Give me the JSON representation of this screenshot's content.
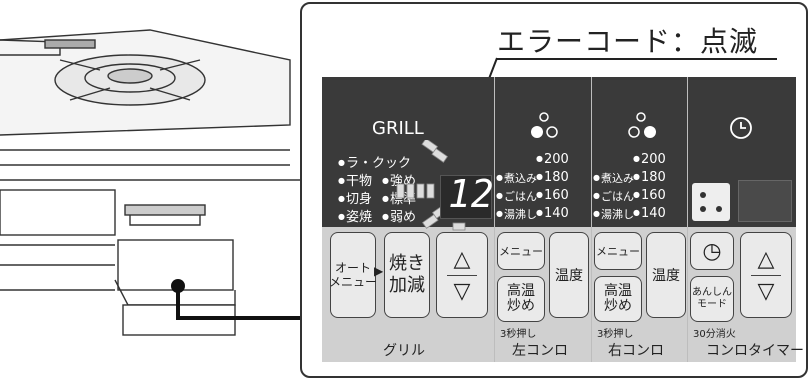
{
  "callout": {
    "text": "エラーコード：点滅"
  },
  "grill": {
    "title": "GRILL",
    "modes": [
      "ラ・クック",
      "干物",
      "切身",
      "姿焼"
    ],
    "levels": [
      "強め",
      "標準",
      "弱め"
    ],
    "display": "12",
    "label": "グリル",
    "keys": {
      "auto_menu": "オート\nメニュー",
      "bake_adjust": "焼き\n加減",
      "up": "△",
      "down": "▽"
    }
  },
  "left_burner": {
    "temps": [
      "200",
      "180",
      "160",
      "140"
    ],
    "modes": [
      "煮込み",
      "ごはん",
      "湯沸し"
    ],
    "keys": {
      "menu": "メニュー",
      "temp": "温度",
      "high_heat": "高温\n炒め"
    },
    "note": "3秒押し",
    "label": "左コンロ"
  },
  "right_burner": {
    "temps": [
      "200",
      "180",
      "160",
      "140"
    ],
    "modes": [
      "煮込み",
      "ごはん",
      "湯沸し"
    ],
    "keys": {
      "menu": "メニュー",
      "temp": "温度",
      "high_heat": "高温\n炒め"
    },
    "note": "3秒押し",
    "label": "右コンロ"
  },
  "timer": {
    "keys": {
      "clock": "◷",
      "safe_mode": "あんしん\nモード",
      "up": "△",
      "down": "▽"
    },
    "note": "30分消火",
    "label": "コンロタイマー"
  },
  "colors": {
    "panel_dark": "#3a3a3a",
    "panel_light": "#d0d0d0",
    "accent": "#222222"
  }
}
